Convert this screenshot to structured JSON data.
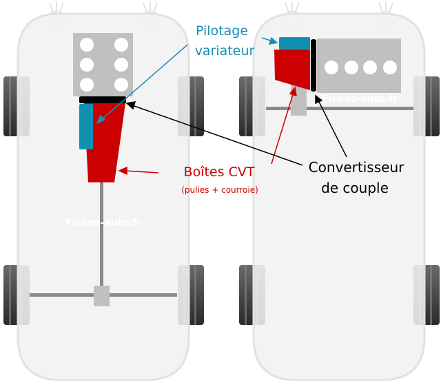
{
  "colors": {
    "background": "#ffffff",
    "car_body": "#f1f1f1",
    "car_outline": "#e2e2e2",
    "engine": "#c0c0c0",
    "cylinder": "#ffffff",
    "converter": "#000000",
    "cvt_box": "#cc0000",
    "control_unit": "#1090b0",
    "shaft": "#8a8a8a",
    "tire_dark": "#2a2a2a",
    "tire_light": "#707070",
    "label_blue": "#1a8fb0",
    "label_red": "#cc0000",
    "label_black": "#000000",
    "watermark": "#ffffff"
  },
  "labels": {
    "pilotage_line1": "Pilotage",
    "pilotage_line2": "variateur",
    "cvt_title": "Boîtes CVT",
    "cvt_subtitle": "(pulies + courroie)",
    "converter_line1": "Convertisseur",
    "converter_line2": "de couple"
  },
  "watermarks": {
    "left_car": "Fiches-auto.fr",
    "right_car": "Fiches-auto.fr"
  },
  "cars": [
    {
      "name": "rear-wheel-drive-longitudinal",
      "layout": "longitudinal engine, propulsion",
      "cylinders": 6
    },
    {
      "name": "front-wheel-drive-transverse",
      "layout": "transverse engine, traction",
      "cylinders": 4
    }
  ]
}
